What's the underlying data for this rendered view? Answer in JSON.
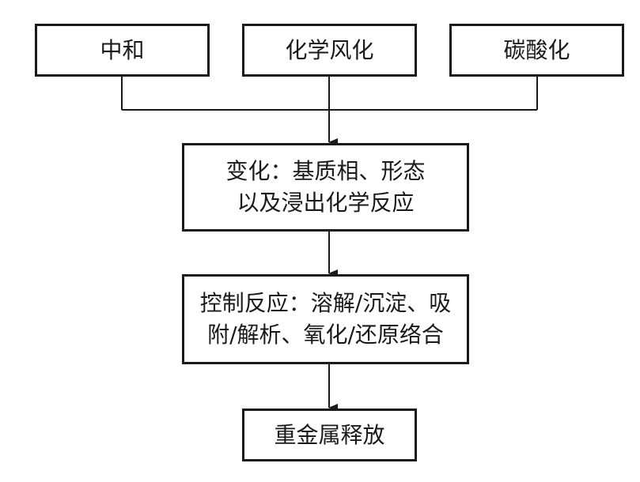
{
  "diagram": {
    "sources": [
      {
        "label": "中和"
      },
      {
        "label": "化学风化"
      },
      {
        "label": "碳酸化"
      }
    ],
    "changes": {
      "line1": "变化：基质相、形态",
      "line2": "以及浸出化学反应"
    },
    "control": {
      "line1": "控制反应：溶解/沉淀、吸",
      "line2": "附/解析、氧化/还原络合"
    },
    "result": {
      "label": "重金属释放"
    }
  }
}
